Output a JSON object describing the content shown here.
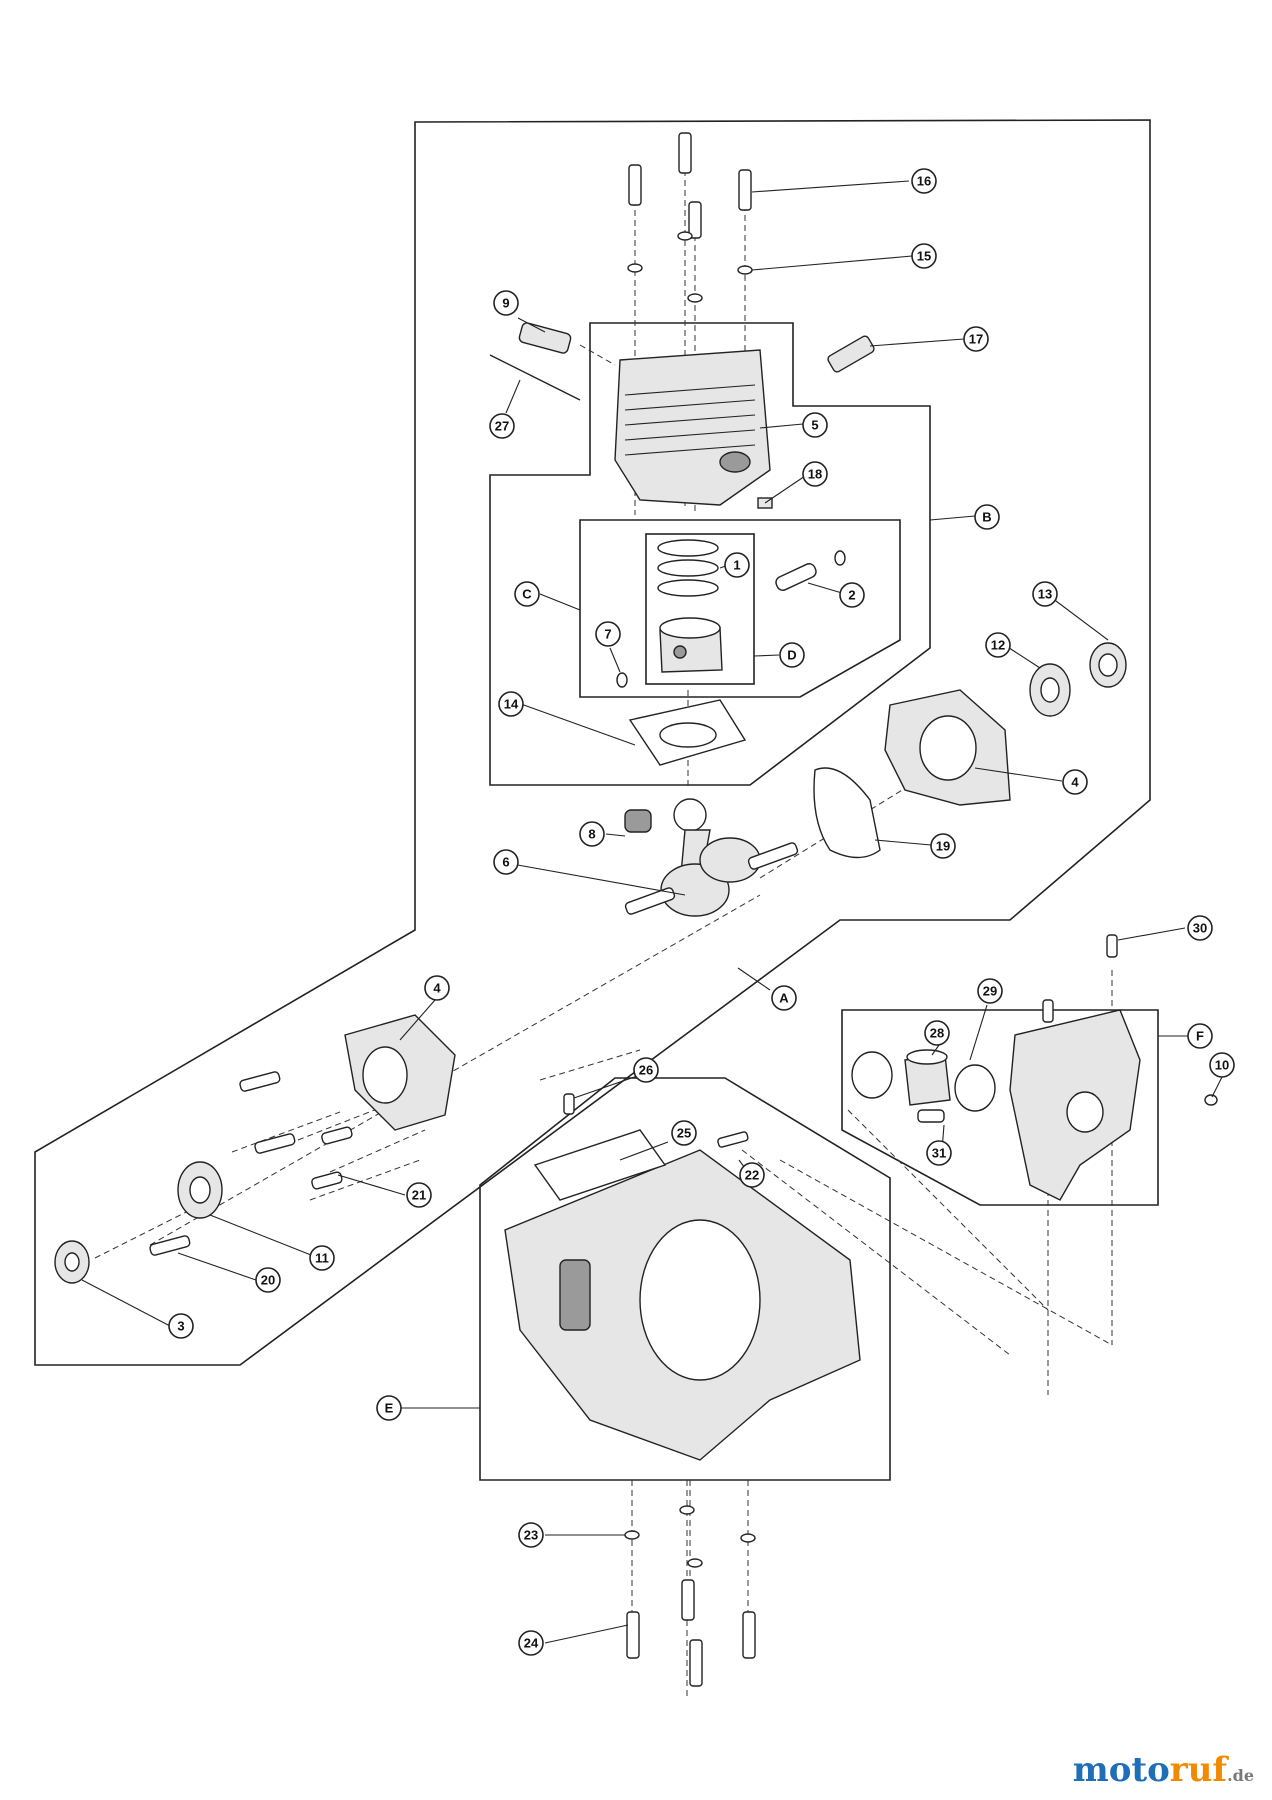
{
  "callouts": [
    {
      "id": "c16",
      "label": "16"
    },
    {
      "id": "c15",
      "label": "15"
    },
    {
      "id": "c9",
      "label": "9"
    },
    {
      "id": "c17",
      "label": "17"
    },
    {
      "id": "c27",
      "label": "27"
    },
    {
      "id": "c5",
      "label": "5"
    },
    {
      "id": "c18",
      "label": "18"
    },
    {
      "id": "cB",
      "label": "B"
    },
    {
      "id": "c1",
      "label": "1"
    },
    {
      "id": "c2",
      "label": "2"
    },
    {
      "id": "cC",
      "label": "C"
    },
    {
      "id": "c7",
      "label": "7"
    },
    {
      "id": "cD",
      "label": "D"
    },
    {
      "id": "c13",
      "label": "13"
    },
    {
      "id": "c12",
      "label": "12"
    },
    {
      "id": "c14",
      "label": "14"
    },
    {
      "id": "c4a",
      "label": "4"
    },
    {
      "id": "c8",
      "label": "8"
    },
    {
      "id": "c19",
      "label": "19"
    },
    {
      "id": "c6",
      "label": "6"
    },
    {
      "id": "c30",
      "label": "30"
    },
    {
      "id": "c4b",
      "label": "4"
    },
    {
      "id": "cA",
      "label": "A"
    },
    {
      "id": "c29",
      "label": "29"
    },
    {
      "id": "cF",
      "label": "F"
    },
    {
      "id": "c28",
      "label": "28"
    },
    {
      "id": "c10",
      "label": "10"
    },
    {
      "id": "c26",
      "label": "26"
    },
    {
      "id": "c25",
      "label": "25"
    },
    {
      "id": "c31",
      "label": "31"
    },
    {
      "id": "c22",
      "label": "22"
    },
    {
      "id": "c21",
      "label": "21"
    },
    {
      "id": "c11",
      "label": "11"
    },
    {
      "id": "c20",
      "label": "20"
    },
    {
      "id": "c3",
      "label": "3"
    },
    {
      "id": "cE",
      "label": "E"
    },
    {
      "id": "c23",
      "label": "23"
    },
    {
      "id": "c24",
      "label": "24"
    }
  ],
  "watermark": {
    "brand_part1": "moto",
    "brand_part2": "ruf",
    "suffix": ".de"
  }
}
